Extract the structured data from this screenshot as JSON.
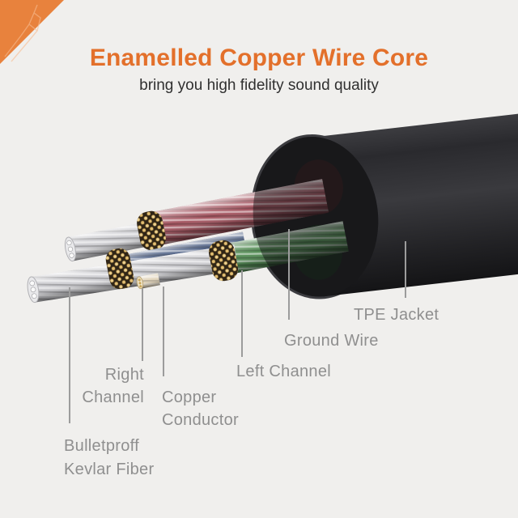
{
  "header": {
    "title": "Enamelled Copper Wire Core",
    "subtitle": "bring you high fidelity sound quality"
  },
  "corner_badge": {
    "icon": "audio-jack-sketch-icon",
    "color": "#e8823d"
  },
  "diagram": {
    "labels": {
      "tpe_jacket": "TPE Jacket",
      "ground_wire": "Ground Wire",
      "left_channel": "Left Channel",
      "copper_conductor": {
        "line1": "Copper",
        "line2": "Conductor"
      },
      "right_channel": {
        "line1": "Right",
        "line2": "Channel"
      },
      "kevlar": {
        "line1": "Bulletproff",
        "line2": "Kevlar Fiber"
      }
    },
    "colors": {
      "accent_orange": "#e3702b",
      "subtitle_gray": "#303030",
      "label_gray": "#8f8f8f",
      "leader_gray": "#9c9c9c",
      "jacket_black": "#29292c",
      "jacket_face": "#232326",
      "wire_red": "#a65863",
      "wire_green": "#578f58",
      "wire_blue": "#3d5179",
      "wire_silver": "#cfcfd3",
      "copper_tip": "#e3d6bd",
      "braid_dark": "#2f2517",
      "braid_gold": "#ecd08d"
    }
  }
}
